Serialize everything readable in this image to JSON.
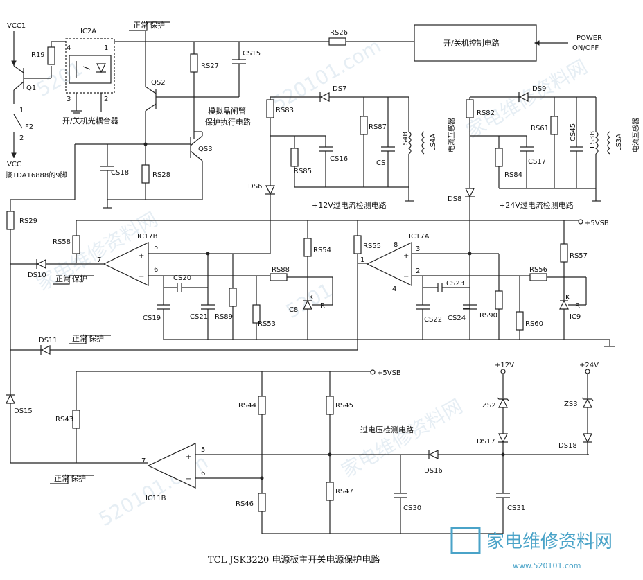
{
  "title": "TCL JSK3220 电源板主开关电源保护电路",
  "blocks": {
    "power_control": "开/关机控制电路",
    "optocoupler": "开/关机光耦合器",
    "thyristor_1": "模拟晶闸管",
    "thyristor_2": "保护执行电路",
    "ocp_12v": "+12V过电流检测电路",
    "ocp_24v": "+24V过电流检测电路",
    "ovp": "过电压检测电路",
    "ct_12v": "电流互感器",
    "ct_24v": "电流互感器",
    "tda": "接TDA16888的9脚"
  },
  "power_input": {
    "line1": "POWER",
    "line2": "ON/OFF"
  },
  "rails": {
    "vcc1": "VCC1",
    "vcc": "VCC",
    "vsb_1": "+5VSB",
    "vsb_2": "+5VSB",
    "p12v": "+12V",
    "p24v": "+24V"
  },
  "states": {
    "normal": "正常",
    "protect": "保护"
  },
  "labels": {
    "R19": "R19",
    "Q1": "Q1",
    "F2": "F2",
    "IC2A": "IC2A",
    "QS2": "QS2",
    "QS3": "QS3",
    "RS27": "RS27",
    "CS15": "CS15",
    "RS26": "RS26",
    "CS18": "CS18",
    "RS28": "RS28",
    "RS29": "RS29",
    "RS83": "RS83",
    "DS7": "DS7",
    "RS87": "RS87",
    "CS": "CS",
    "LS4B": "LS4B",
    "LS4A": "LS4A",
    "RS85": "RS85",
    "CS16": "CS16",
    "DS6": "DS6",
    "RS82": "RS82",
    "DS9": "DS9",
    "RS61": "RS61",
    "CS45": "CS45",
    "LS3B": "LS3B",
    "LS3A": "LS3A",
    "RS84": "RS84",
    "CS17": "CS17",
    "DS8": "DS8",
    "RS58": "RS58",
    "IC17B": "IC17B",
    "DS10": "DS10",
    "RS54": "RS54",
    "RS55": "RS55",
    "IC17A": "IC17A",
    "RS57": "RS57",
    "CS20": "CS20",
    "RS88": "RS88",
    "CS23": "CS23",
    "RS56": "RS56",
    "CS19": "CS19",
    "CS21": "CS21",
    "RS89": "RS89",
    "RS53": "RS53",
    "IC8": "IC8",
    "CS22": "CS22",
    "CS24": "CS24",
    "RS90": "RS90",
    "RS60": "RS60",
    "IC9": "IC9",
    "DS11": "DS11",
    "DS15": "DS15",
    "RS43": "RS43",
    "RS44": "RS44",
    "RS45": "RS45",
    "ZS2": "ZS2",
    "ZS3": "ZS3",
    "DS17": "DS17",
    "DS18": "DS18",
    "DS16": "DS16",
    "IC11B": "IC11B",
    "RS46": "RS46",
    "RS47": "RS47",
    "CS30": "CS30",
    "CS31": "CS31"
  },
  "pins": {
    "p1": "1",
    "p2": "2",
    "p3": "3",
    "p4": "4",
    "ic2a_4": "4",
    "ic2a_1": "1",
    "ic2a_3": "3",
    "ic2a_2": "2",
    "ic17b_5": "5",
    "ic17b_6": "6",
    "ic17b_7": "7",
    "ic17a_8": "8",
    "ic17a_3": "3",
    "ic17a_1": "1",
    "ic17a_2": "2",
    "ic17a_4": "4",
    "ic11b_5": "5",
    "ic11b_6": "6",
    "ic11b_7": "7",
    "f2_1": "1",
    "f2_2": "2",
    "k": "K",
    "r": "R",
    "k2": "K",
    "r2": "R"
  },
  "watermark": {
    "site": "家电维修资料网",
    "url": "www.520101.com"
  }
}
